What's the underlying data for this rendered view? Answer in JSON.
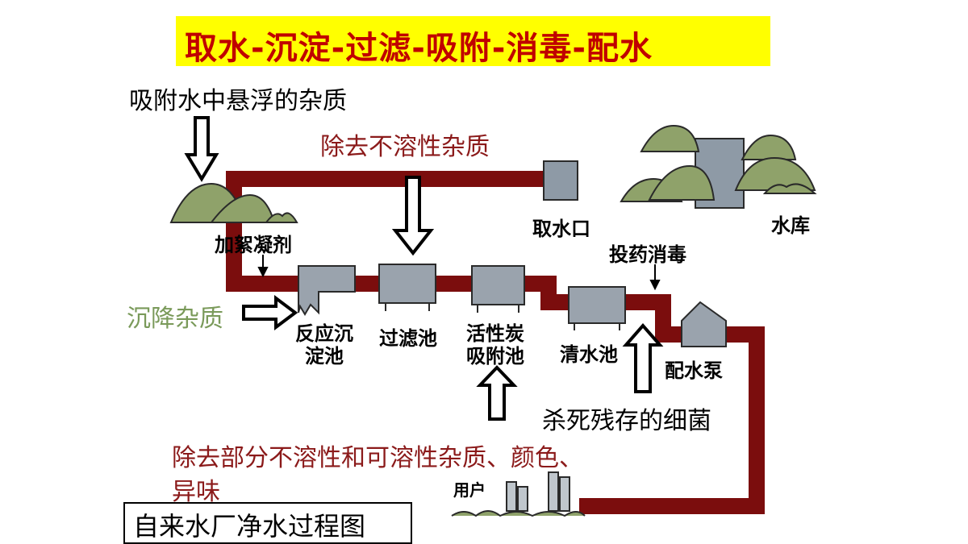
{
  "title": "取水-沉淀-过滤-吸附-消毒-配水",
  "notes": {
    "adsorb": "吸附水中悬浮的杂质",
    "remove_insoluble": "除去不溶性杂质",
    "settle": "沉降杂质",
    "kill_bacteria": "杀死残存的细菌",
    "remove_part_1": "除去部分不溶性和可溶性杂质、颜色、",
    "remove_part_2": "异味"
  },
  "labels": {
    "intake": "取水口",
    "reservoir": "水库",
    "coagulant": "加絮凝剂",
    "disinfect": "投药消毒",
    "reaction_tank_1": "反应沉",
    "reaction_tank_2": "淀池",
    "filter_tank": "过滤池",
    "carbon_1": "活性炭",
    "carbon_2": "吸附池",
    "clear_tank": "清水池",
    "pump": "配水泵",
    "user": "用户"
  },
  "caption": "自来水厂净水过程图",
  "colors": {
    "pipe": "#7b0d0d",
    "title_bg": "#ffff00",
    "title_text": "#c00000",
    "dark_red_text": "#8b1a1a",
    "green_text": "#7a9a5a",
    "hill": "#8fa26a",
    "tank": "#9aa3ad"
  }
}
